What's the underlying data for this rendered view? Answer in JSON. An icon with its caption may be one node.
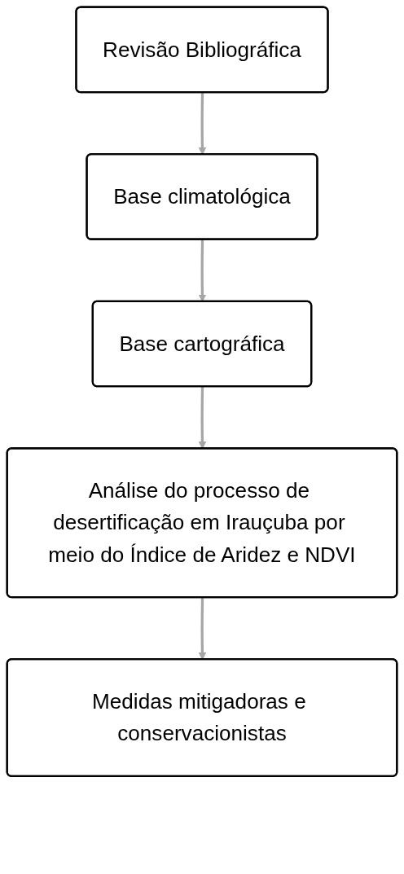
{
  "diagram": {
    "nodes": [
      {
        "text": [
          "Revisão Bibliográfica"
        ]
      },
      {
        "text": [
          "Base climatológica"
        ]
      },
      {
        "text": [
          "Base cartográfica"
        ]
      },
      {
        "text": [
          "Análise do processo de desertificação em Irauçuba por meio do Índice de Aridez e NDVI"
        ]
      },
      {
        "text": [
          "Medidas mitigadoras e conservacionistas"
        ]
      }
    ],
    "edges": [
      {
        "from": 0,
        "to": 1,
        "arrow": "to"
      },
      {
        "from": 1,
        "to": 2,
        "arrow": "to"
      },
      {
        "from": 2,
        "to": 3,
        "arrow": "to"
      },
      {
        "from": 3,
        "to": 4,
        "arrow": "to"
      }
    ]
  }
}
